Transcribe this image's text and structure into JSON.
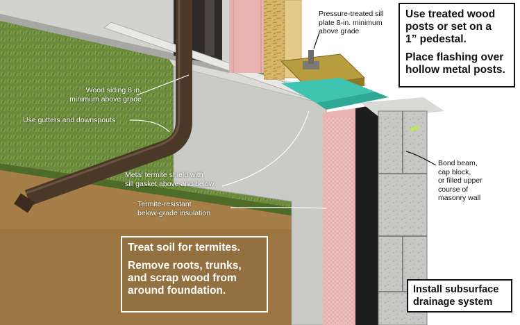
{
  "labels": {
    "sill_plate": "Pressure-treated sill\nplate 8-in. minimum\nabove grade",
    "wood_siding": "Wood siding 8 in.\nminimum above grade",
    "gutters": "Use gutters and downspouts",
    "termite_shield": "Metal termite shield with\nsill gasket above and below",
    "insulation": "Termite-resistant\nbelow-grade insulation",
    "bond_beam": "Bond beam,\ncap block,\nor filled upper\ncourse of\nmasonry wall"
  },
  "callouts": {
    "posts": {
      "line1": "Use treated wood\nposts or set on a\n1” pedestal.",
      "line2": "Place flashing over\nhollow metal posts."
    },
    "soil": {
      "line1": "Treat soil for termites.",
      "line2": "Remove roots, trunks,\nand scrap wood from\naround foundation."
    },
    "drainage": {
      "text": "Install subsurface\ndrainage system"
    }
  },
  "colors": {
    "grass": "#6a8a3a",
    "soil": "#a8824c",
    "concrete": "#c9cac6",
    "insulation_pink": "#e9b6b4",
    "waterproofing": "#1c1c1c",
    "masonry": "#c7c7c5",
    "sill_plate": "#bda23f",
    "gasket": "#44c9b6",
    "downspout": "#4b3a2a",
    "osb": "#d7b56a"
  }
}
